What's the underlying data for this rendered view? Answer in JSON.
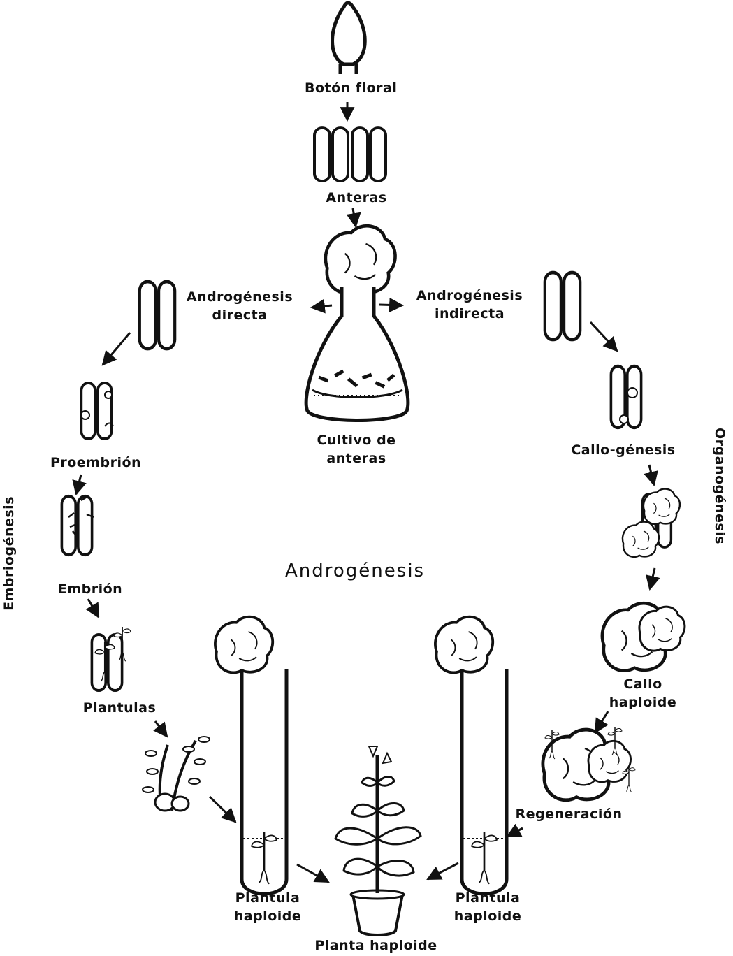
{
  "title": "Androgénesis",
  "side_labels": {
    "left": "Embriogénesis",
    "right": "Organogénesis"
  },
  "labels": {
    "boton_floral": "Botón floral",
    "anteras": "Anteras",
    "andro_directa": [
      "Androgénesis",
      "directa"
    ],
    "andro_indirecta": [
      "Androgénesis",
      "indirecta"
    ],
    "cultivo": [
      "Cultivo de",
      "anteras"
    ],
    "proembrion": "Proembrión",
    "embrion": "Embrión",
    "plantulas": "Plantulas",
    "callo_genesis": "Callo-génesis",
    "callo_haploide": [
      "Callo",
      "haploide"
    ],
    "regeneracion": "Regeneración",
    "plantula_haploide_left": [
      "Plantula",
      "haploide"
    ],
    "plantula_haploide_right": [
      "Plantula",
      "haploide"
    ],
    "planta_haploide": "Planta haploide"
  }
}
